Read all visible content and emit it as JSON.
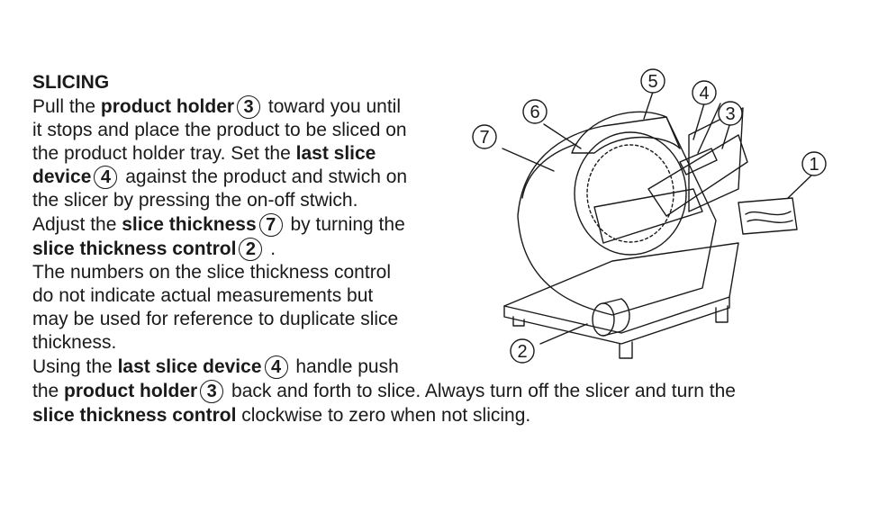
{
  "heading": "SLICING",
  "callouts": {
    "product_holder": "3",
    "last_slice_device": "4",
    "slice_thickness": "7",
    "slice_thickness_control": "2"
  },
  "text": {
    "l1_a": "Pull the ",
    "l1_b": "product holder",
    "l1_c": " toward you until",
    "l2": "it stops and place the product to be sliced on",
    "l3_a": "the product holder tray. Set the ",
    "l3_b": "last slice",
    "l4_a": "device",
    "l4_c": " against the product and stwich on",
    "l5": "the slicer by pressing the on-off stwich.",
    "l6_a": "Adjust the ",
    "l6_b": "slice thickness",
    "l6_c": " by turning the",
    "l7_b": "slice thickness control",
    "l7_c": " .",
    "l8": "The numbers on the slice thickness control",
    "l9": "do not indicate actual measurements but",
    "l10": "may be used for reference to duplicate slice",
    "l11": "thickness.",
    "l12_a": "Using the  ",
    "l12_b": "last slice device",
    "l12_c": " handle push",
    "l13_a": "the ",
    "l13_b": "product holder",
    "l13_c": "  back and forth to slice. Always turn off the slicer and turn the",
    "l14_b": "slice thickness control",
    "l14_c": " clockwise to zero when not slicing."
  },
  "illustration": {
    "labels": [
      "5",
      "4",
      "6",
      "3",
      "7",
      "1",
      "2"
    ]
  }
}
